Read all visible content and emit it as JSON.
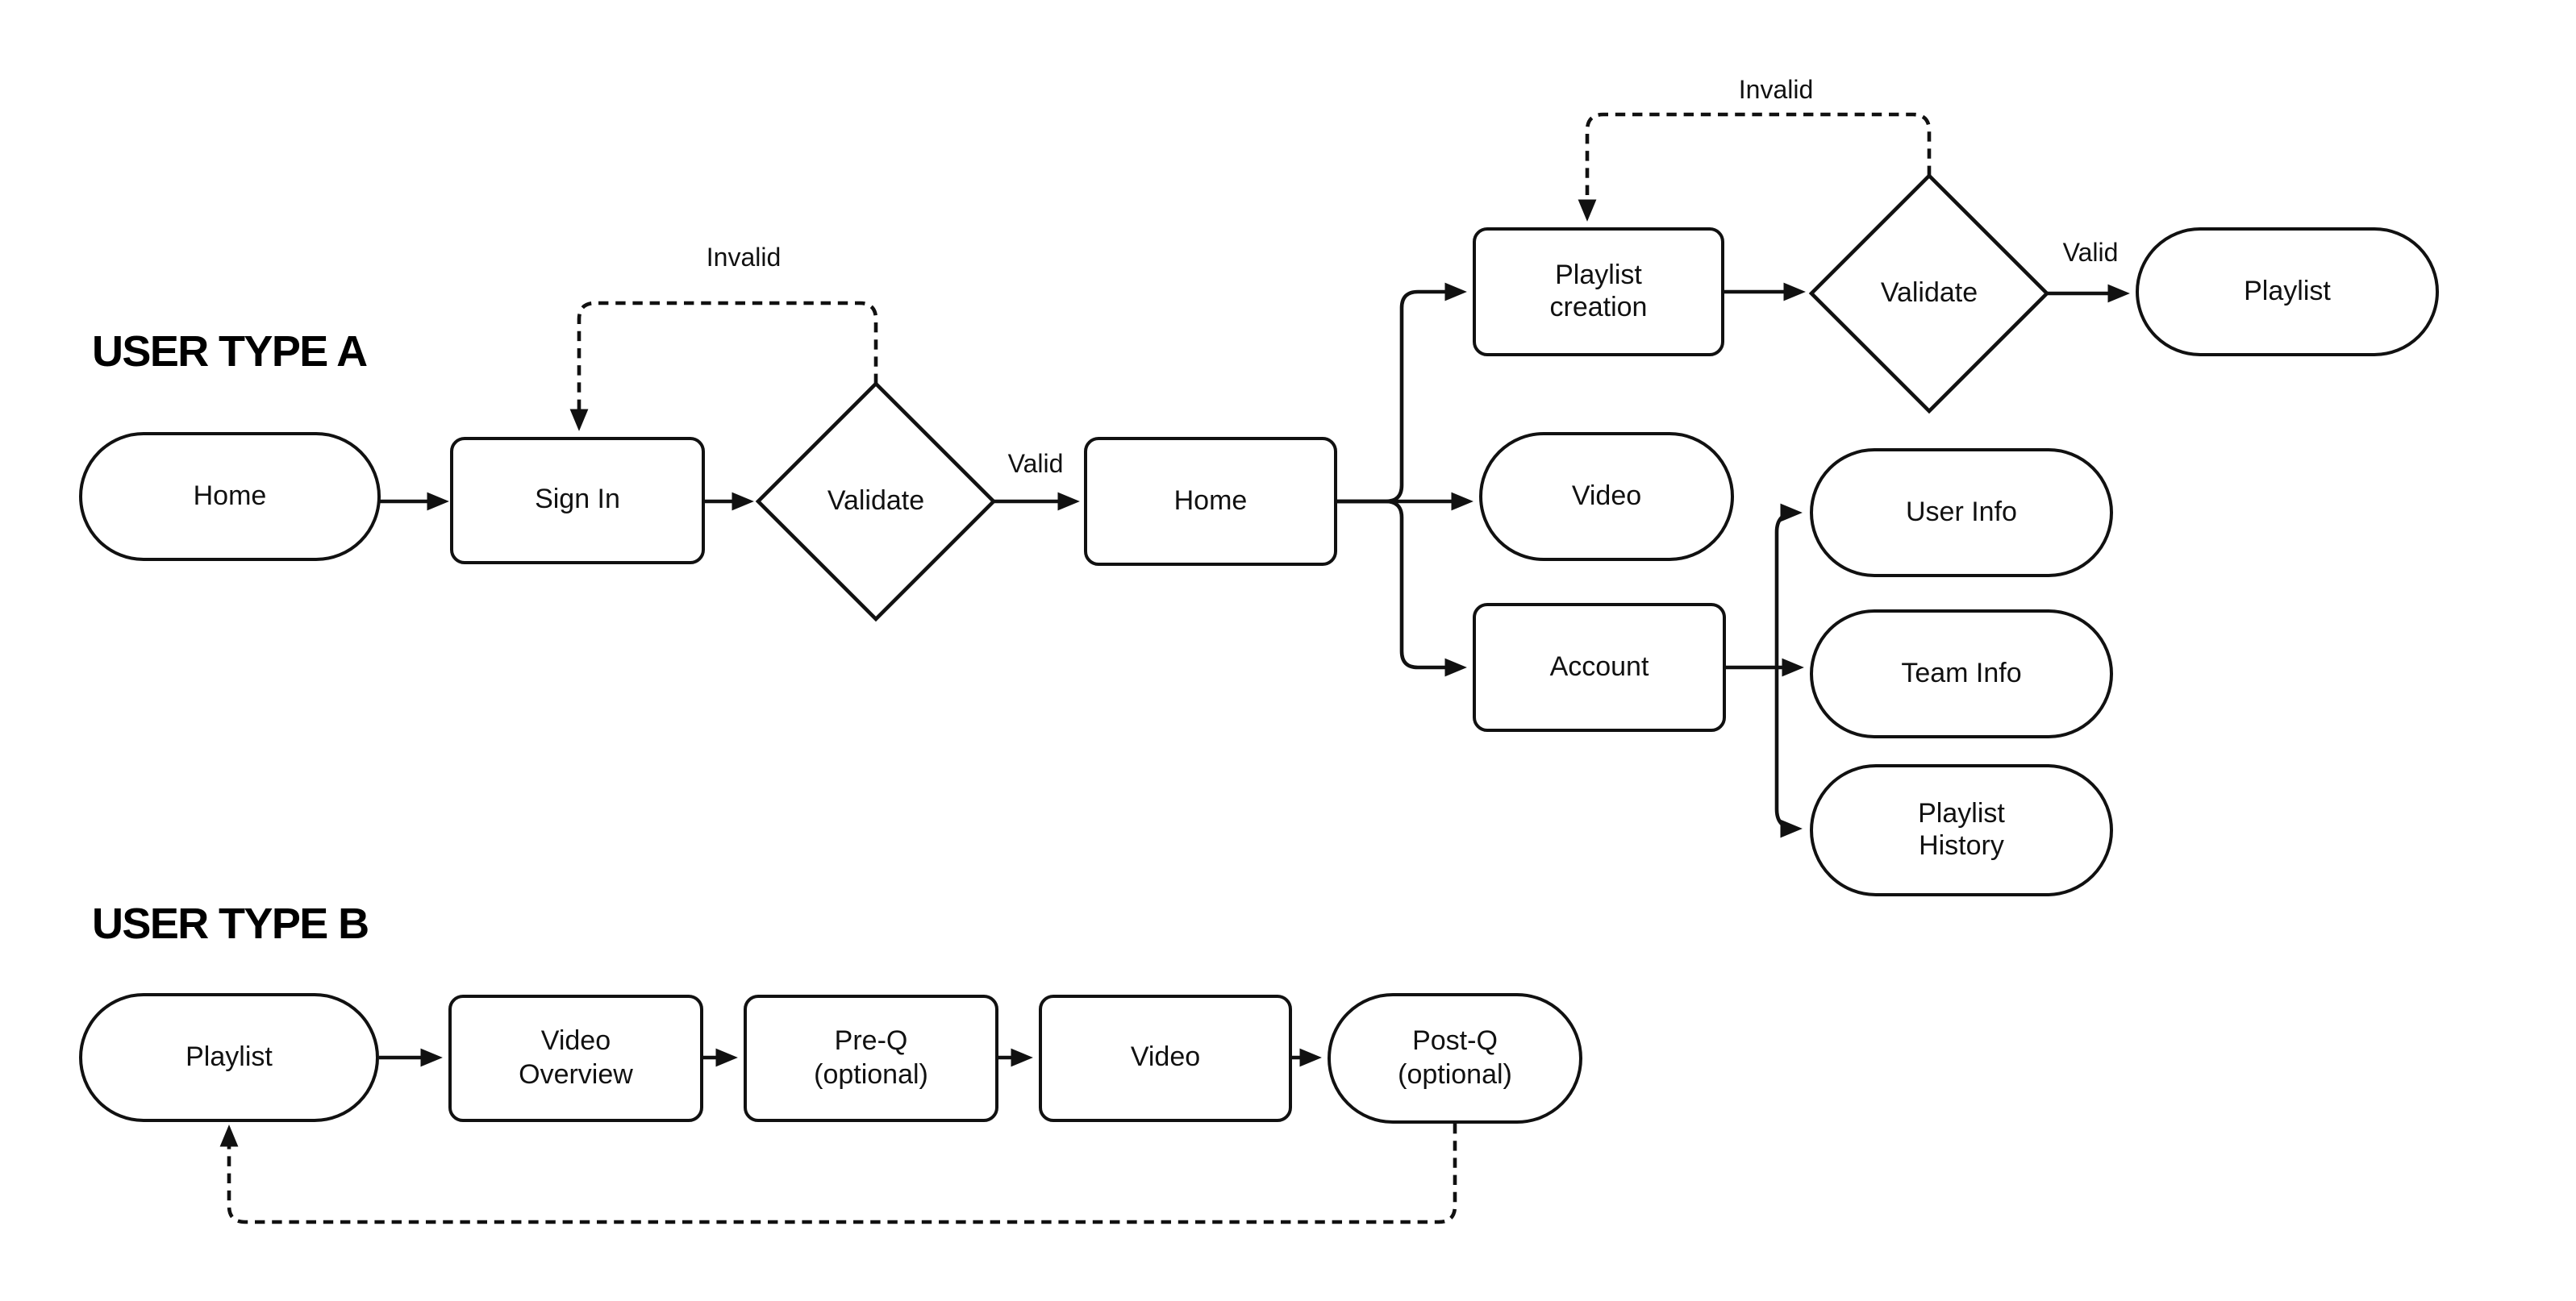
{
  "diagram": {
    "type": "flowchart",
    "colors": {
      "background": "#ffffff",
      "stroke": "#111111",
      "text": "#111111"
    },
    "sections": {
      "a": {
        "title": "USER TYPE A",
        "nodes": {
          "home_start": "Home",
          "sign_in": "Sign In",
          "validate_1": "Validate",
          "home_main": "Home",
          "playlist_creation": "Playlist\ncreation",
          "validate_2": "Validate",
          "playlist_result": "Playlist",
          "video": "Video",
          "account": "Account",
          "user_info": "User Info",
          "team_info": "Team Info",
          "playlist_history": "Playlist\nHistory"
        },
        "edge_labels": {
          "invalid_signin": "Invalid",
          "valid_signin": "Valid",
          "invalid_playlist": "Invalid",
          "valid_playlist": "Valid"
        }
      },
      "b": {
        "title": "USER TYPE B",
        "nodes": {
          "playlist_start": "Playlist",
          "video_overview": "Video\nOverview",
          "pre_q": "Pre-Q\n(optional)",
          "video": "Video",
          "post_q": "Post-Q\n(optional)"
        }
      }
    }
  }
}
